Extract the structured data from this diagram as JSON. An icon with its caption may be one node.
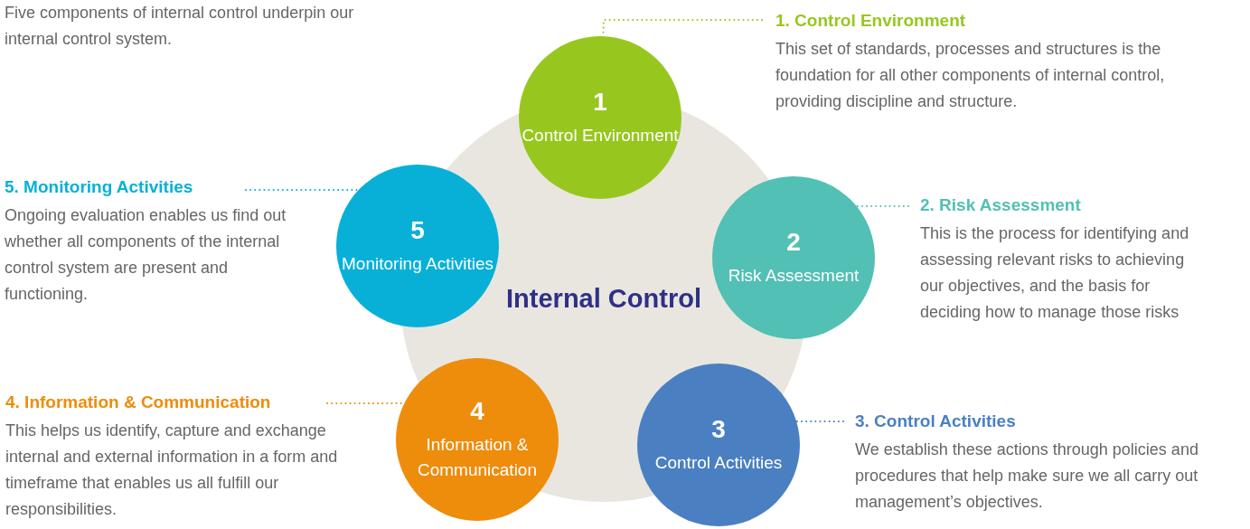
{
  "diagram": {
    "nodes": [
      {
        "text": [
          "Internal Control"
        ]
      },
      {
        "text": [
          "1",
          "Control Environment"
        ]
      },
      {
        "text": [
          "2",
          "Risk Assessment"
        ]
      },
      {
        "text": [
          "3",
          "Control Activities"
        ]
      },
      {
        "text": [
          "4",
          "Information & Communication"
        ]
      },
      {
        "text": [
          "5",
          "Monitoring Activities"
        ]
      },
      {
        "text": [
          "1. Control Environment",
          "This set of standards, processes and structures is the foundation for all other components of internal control, providing discipline and structure."
        ]
      },
      {
        "text": [
          "2. Risk Assessment",
          "This is the process for identifying and assessing relevant risks to achieving our objectives, and the basis for deciding how to manage those risks"
        ]
      },
      {
        "text": [
          "3. Control Activities",
          "We establish these actions through policies and procedures that help make sure we all carry out management’s objectives."
        ]
      },
      {
        "text": [
          "4. Information & Communication",
          "This helps us identify, capture and exchange internal and external information in a form and timeframe that enables us all fulfill our responsibilities."
        ]
      },
      {
        "text": [
          "5. Monitoring Activities",
          "Ongoing evaluation enables us find out whether all components of the internal control system are present and functioning."
        ]
      }
    ],
    "edges": [
      {
        "from": 6,
        "to": 1,
        "arrow": "none",
        "style": "dashed",
        "color": "#97c71f"
      },
      {
        "from": 7,
        "to": 2,
        "arrow": "none",
        "style": "dashed",
        "color": "#52c0b4"
      },
      {
        "from": 8,
        "to": 3,
        "arrow": "none",
        "style": "dashed",
        "color": "#4a80c2"
      },
      {
        "from": 9,
        "to": 4,
        "arrow": "none",
        "style": "dashed",
        "color": "#ee8c0b"
      },
      {
        "from": 10,
        "to": 5,
        "arrow": "none",
        "style": "dashed",
        "color": "#08b0d8"
      }
    ],
    "labels": [
      "Five components of internal control underpin our internal control system."
    ]
  }
}
